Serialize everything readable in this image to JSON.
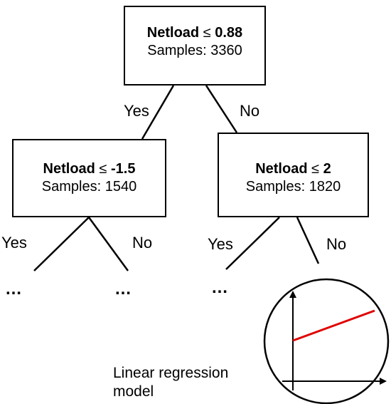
{
  "tree": {
    "root": {
      "feature": "Netload",
      "op": "≤",
      "threshold": "0.88",
      "samples_label": "Samples: 3360"
    },
    "left": {
      "feature": "Netload",
      "op": "≤",
      "threshold": "-1.5",
      "samples_label": "Samples: 1540"
    },
    "right": {
      "feature": "Netload",
      "op": "≤",
      "threshold": "2",
      "samples_label": "Samples: 1820"
    },
    "edges": {
      "root_yes": "Yes",
      "root_no": "No",
      "left_yes": "Yes",
      "left_no": "No",
      "right_yes": "Yes",
      "right_no": "No"
    },
    "ellipsis": "…",
    "leaf_caption_line1": "Linear regression",
    "leaf_caption_line2": "model"
  },
  "colors": {
    "line": "#000000",
    "regression": "#e00000"
  }
}
